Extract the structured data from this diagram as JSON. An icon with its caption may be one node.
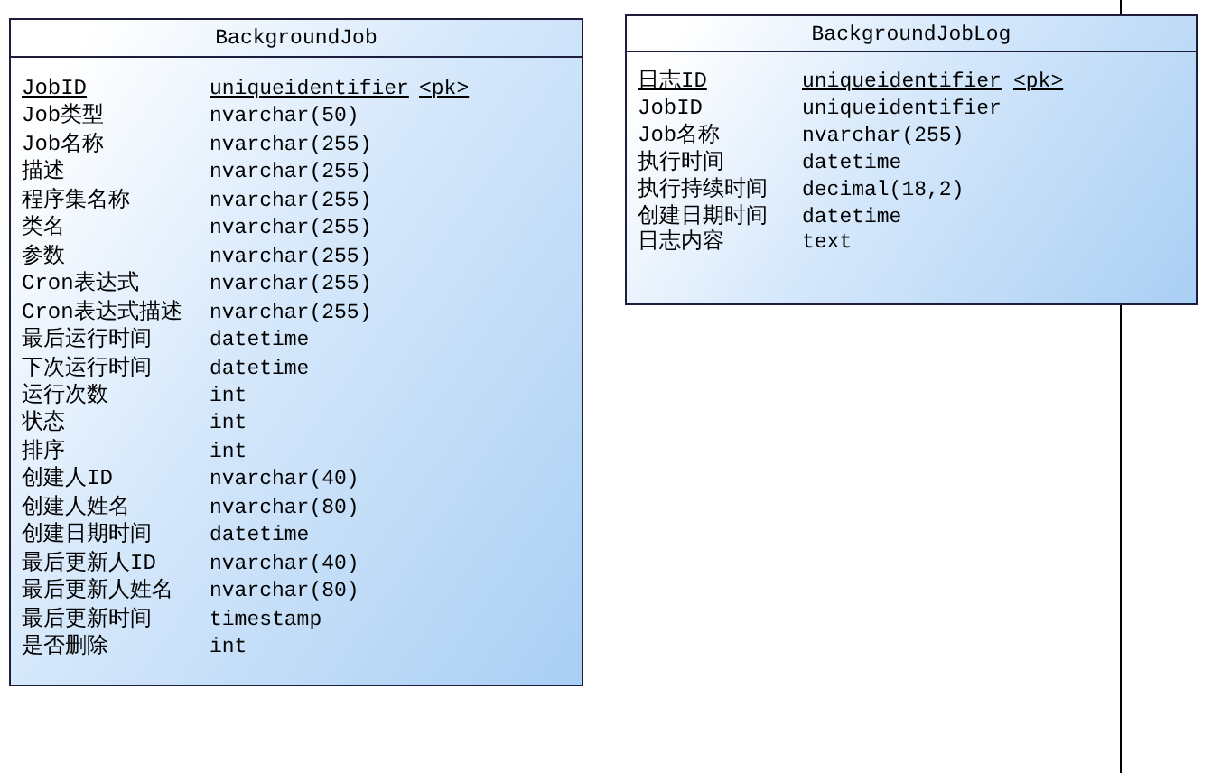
{
  "diagram": {
    "nodes": [
      {
        "text": [
          "BackgroundJob",
          "JobID",
          "uniqueidentifier",
          "<pk>",
          "Job类型",
          "nvarchar(50)",
          "Job名称",
          "nvarchar(255)",
          "描述",
          "nvarchar(255)",
          "程序集名称",
          "nvarchar(255)",
          "类名",
          "nvarchar(255)",
          "参数",
          "nvarchar(255)",
          "Cron表达式",
          "nvarchar(255)",
          "Cron表达式描述",
          "nvarchar(255)",
          "最后运行时间",
          "datetime",
          "下次运行时间",
          "datetime",
          "运行次数",
          "int",
          "状态",
          "int",
          "排序",
          "int",
          "创建人ID",
          "nvarchar(40)",
          "创建人姓名",
          "nvarchar(80)",
          "创建日期时间",
          "datetime",
          "最后更新人ID",
          "nvarchar(40)",
          "最后更新人姓名",
          "nvarchar(80)",
          "最后更新时间",
          "timestamp",
          "是否删除",
          "int"
        ]
      },
      {
        "text": [
          "BackgroundJobLog",
          "日志ID",
          "uniqueidentifier",
          "<pk>",
          "JobID",
          "uniqueidentifier",
          "Job名称",
          "nvarchar(255)",
          "执行时间",
          "datetime",
          "执行持续时间",
          "decimal(18,2)",
          "创建日期时间",
          "datetime",
          "日志内容",
          "text"
        ]
      }
    ]
  }
}
